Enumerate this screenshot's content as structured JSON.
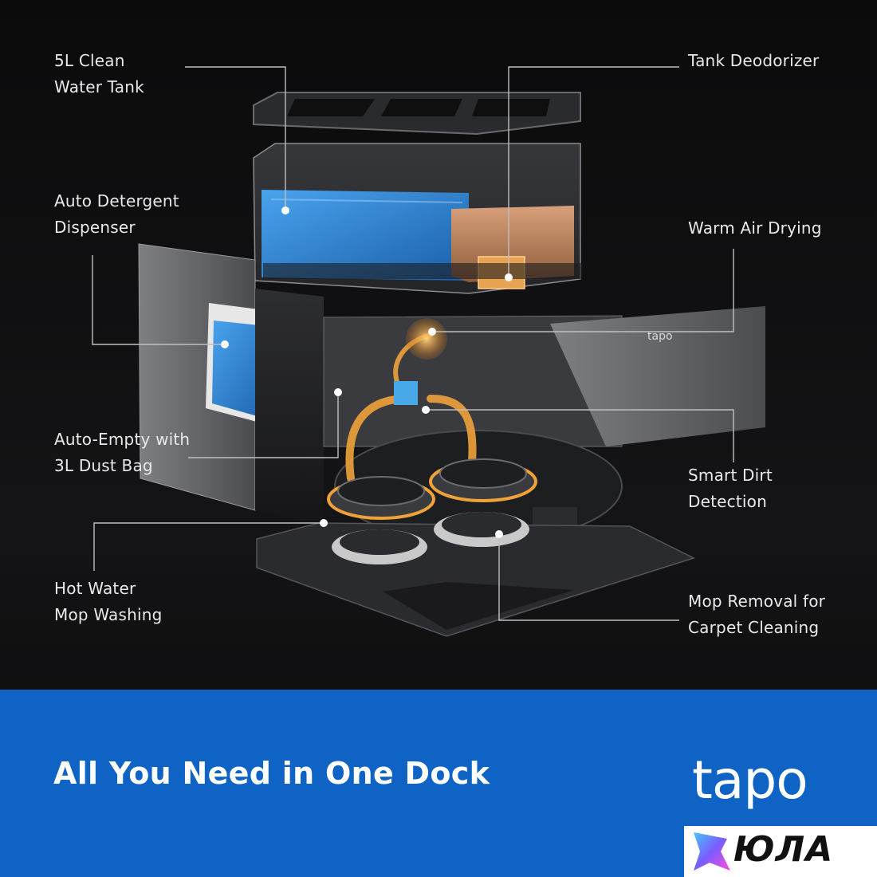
{
  "features": {
    "clean_tank": [
      "5L Clean",
      "Water Tank"
    ],
    "deodorizer": [
      "Tank Deodorizer"
    ],
    "detergent": [
      "Auto Detergent",
      "Dispenser"
    ],
    "drying": [
      "Warm Air Drying"
    ],
    "auto_empty": [
      "Auto-Empty with",
      "3L Dust Bag"
    ],
    "dirt_detection": [
      "Smart Dirt",
      "Detection"
    ],
    "mop_washing": [
      "Hot Water",
      "Mop Washing"
    ],
    "mop_removal": [
      "Mop Removal for",
      "Carpet Cleaning"
    ]
  },
  "product_mark": "tapo",
  "banner": {
    "tagline": "All You Need in One Dock",
    "brand": "tapo"
  },
  "watermark": "ЮЛА",
  "colors": {
    "banner_blue": "#0e63c4",
    "water_blue": "#2f86d6",
    "glow_orange": "#f0a23a",
    "box_tan": "#c58a5a",
    "callout_line": "#bfbfbf"
  }
}
